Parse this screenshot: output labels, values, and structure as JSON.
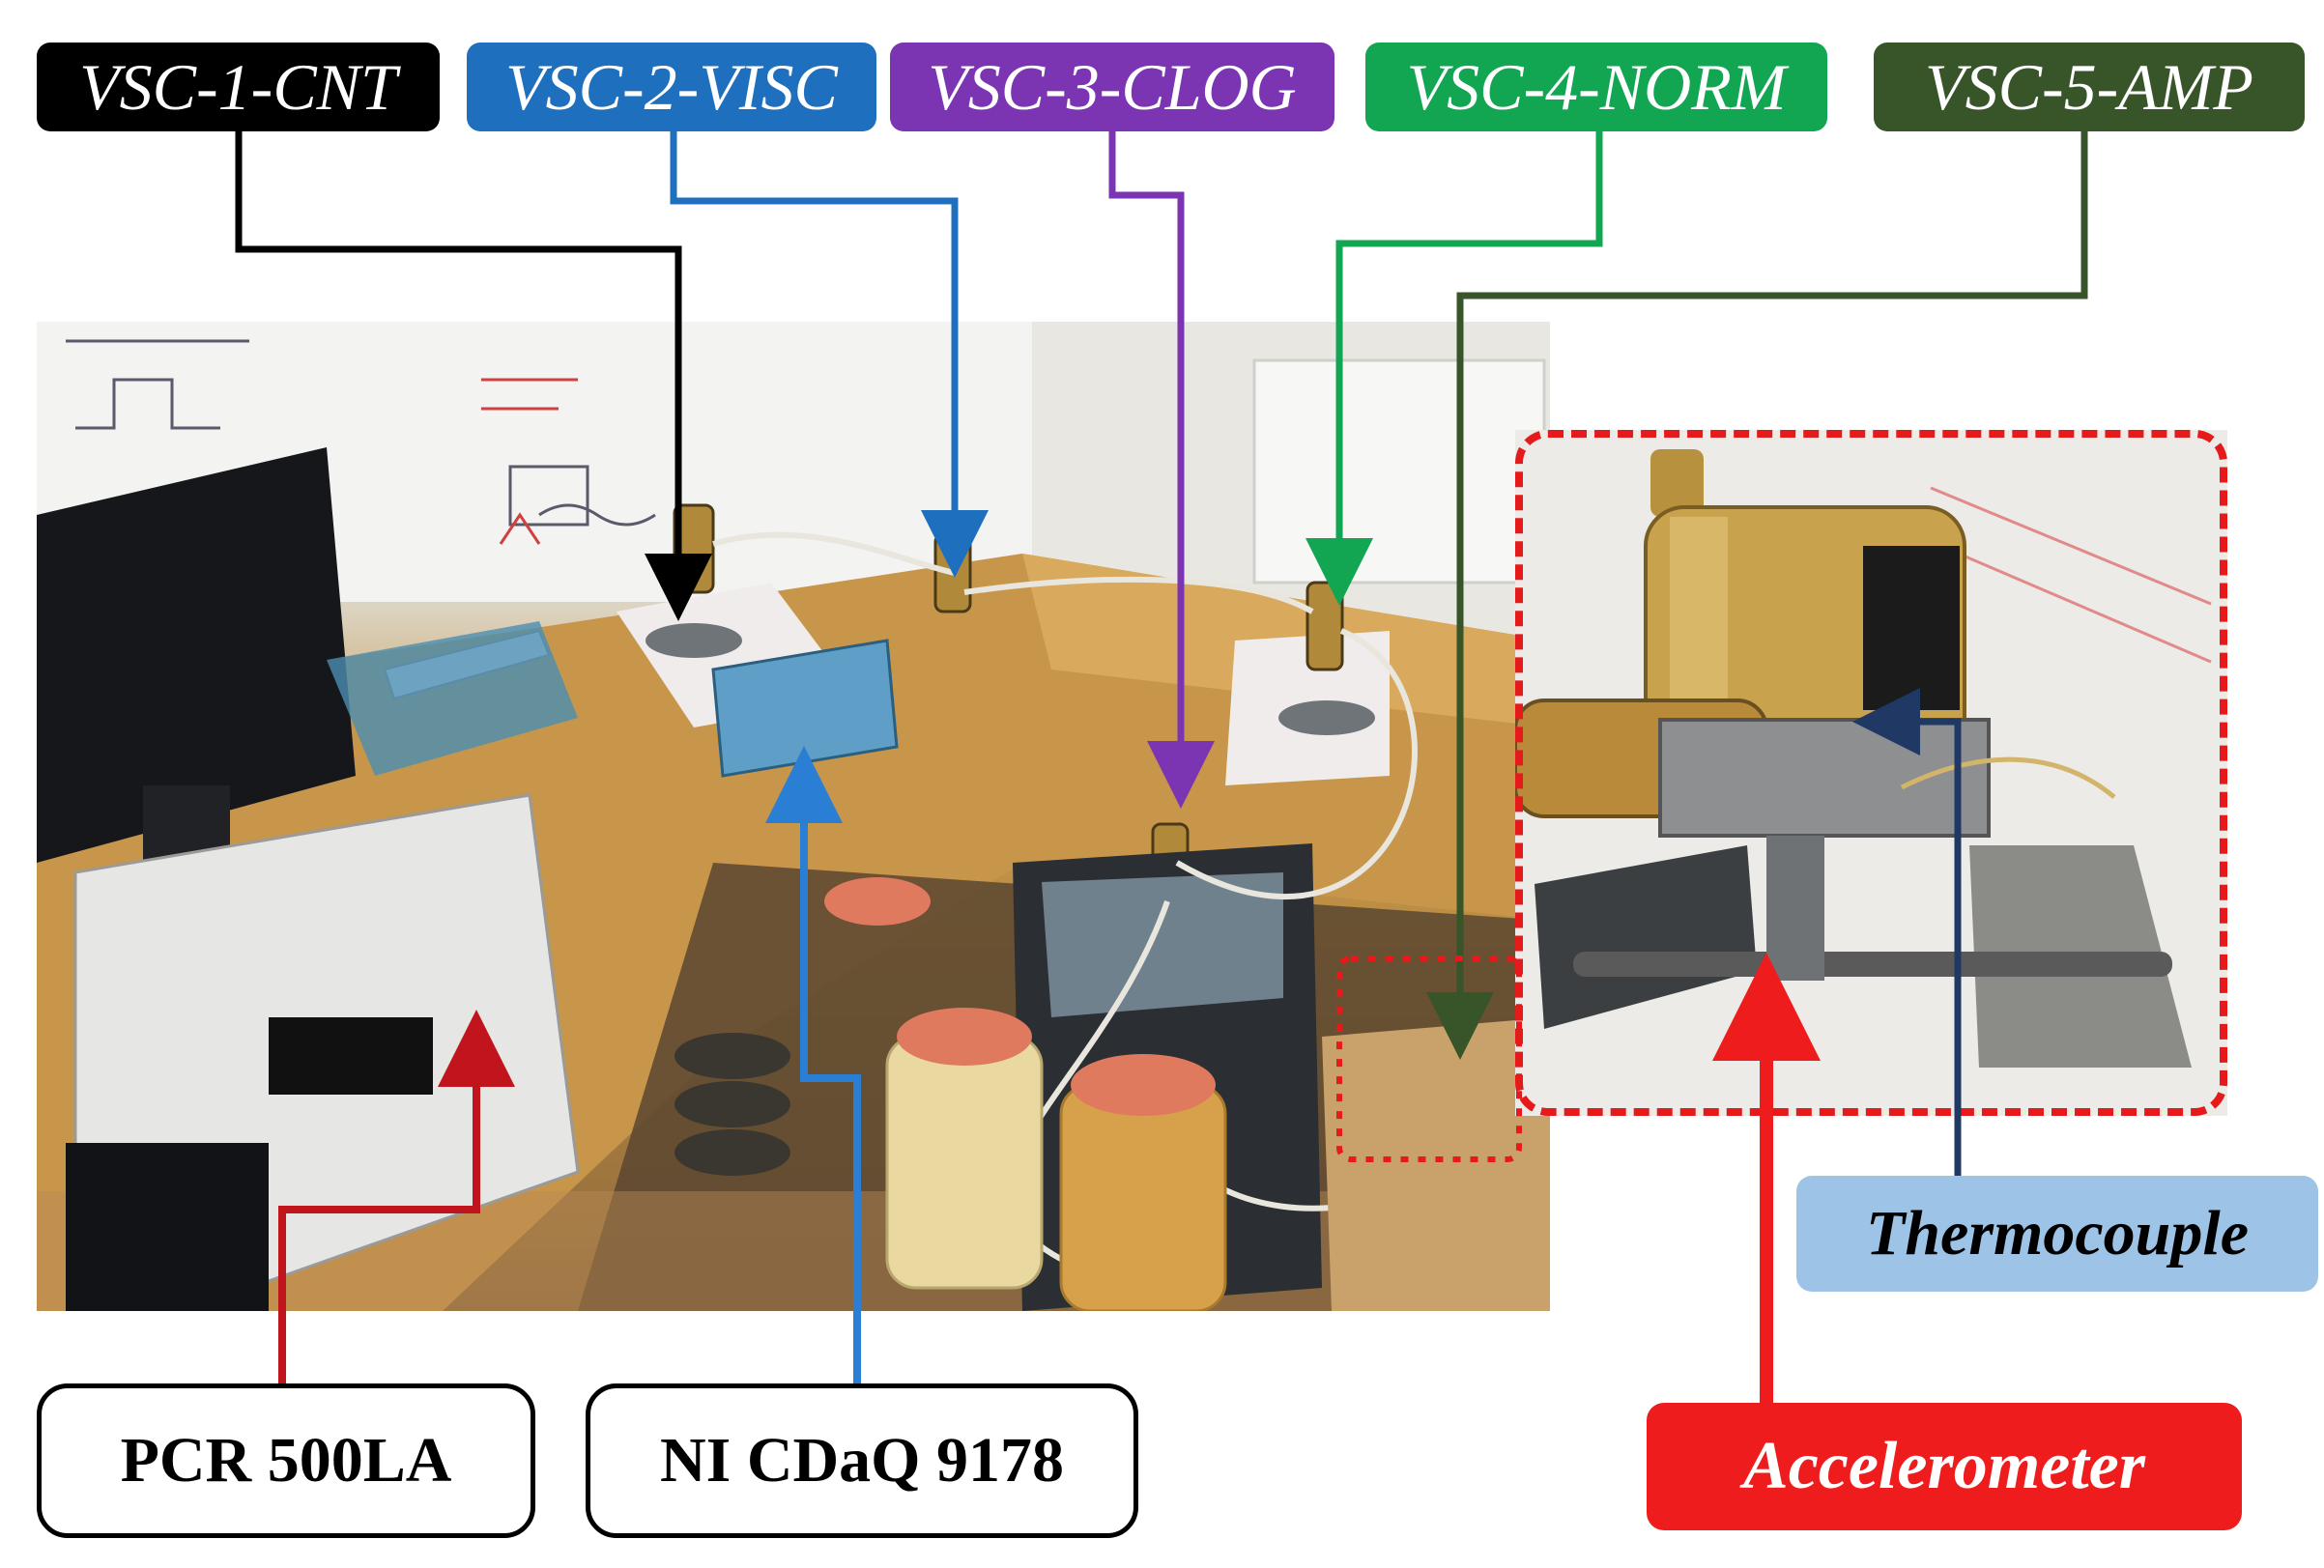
{
  "top_labels": [
    {
      "text": "VSC-1-CNT",
      "color": "#000000"
    },
    {
      "text": "VSC-2-VISC",
      "color": "#1f6fbf"
    },
    {
      "text": "VSC-3-CLOG",
      "color": "#7b35b3"
    },
    {
      "text": "VSC-4-NORM",
      "color": "#12a653"
    },
    {
      "text": "VSC-5-AMP",
      "color": "#38552a"
    }
  ],
  "bottom_labels": [
    {
      "text": "PCR 500LA"
    },
    {
      "text": "NI CDaQ 9178"
    }
  ],
  "callouts": {
    "thermocouple": {
      "text": "Thermocouple",
      "color": "#9dc3e6",
      "line_color": "#1f3864"
    },
    "accelerometer": {
      "text": "Accelerometer",
      "color": "#ee1c1c"
    }
  },
  "colors": {
    "pcr_line": "#c0151c",
    "daq_line": "#2a7fd4",
    "highlight_dash": "#e51b1b"
  }
}
